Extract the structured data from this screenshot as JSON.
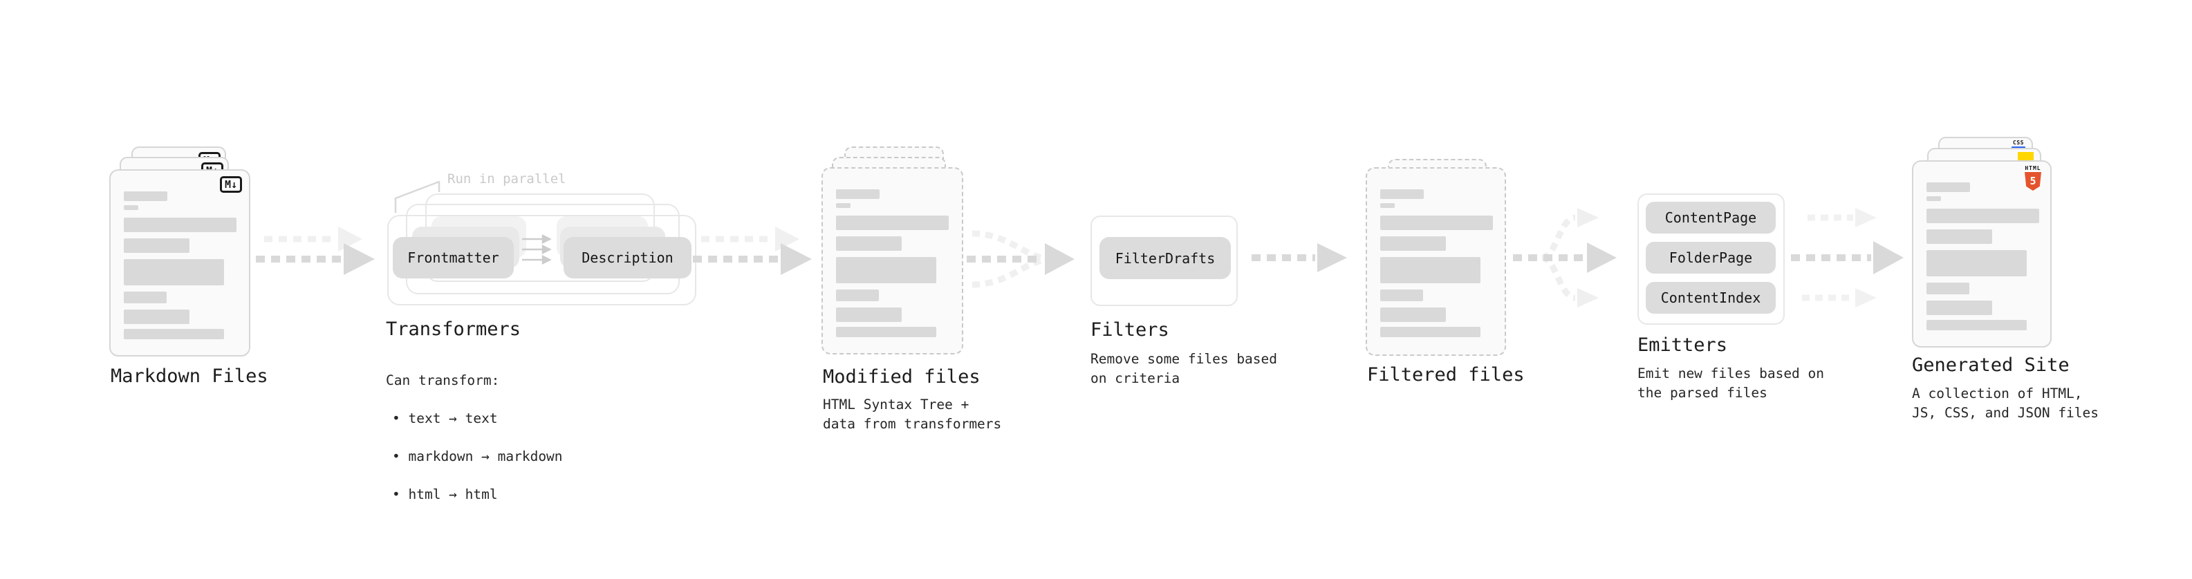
{
  "md": {
    "label": "Markdown Files",
    "badge": "M↓"
  },
  "transformers": {
    "note": "Run in parallel",
    "pill_frontmatter": "Frontmatter",
    "pill_description": "Description",
    "label": "Transformers",
    "desc_heading": "Can transform:",
    "bullets": [
      "• text → text",
      "• markdown → markdown",
      "• html → html"
    ]
  },
  "modified": {
    "label": "Modified files",
    "subtitle": "HTML Syntax Tree +\ndata from transformers"
  },
  "filters": {
    "pill": "FilterDrafts",
    "label": "Filters",
    "subtitle": "Remove some files based\non criteria"
  },
  "filtered": {
    "label": "Filtered files"
  },
  "emitters": {
    "pills": [
      "ContentPage",
      "FolderPage",
      "ContentIndex"
    ],
    "label": "Emitters",
    "subtitle": "Emit new files based on\nthe parsed files"
  },
  "generated": {
    "label": "Generated Site",
    "subtitle": "A collection of HTML,\nJS, CSS, and JSON files",
    "css_label": "CSS",
    "html_label": "HTML",
    "html_number": "5"
  },
  "colors": {
    "card_border": "#d6d6d6",
    "dashed_border": "#c9c9c9",
    "placeholder_bar": "#d9d9d9",
    "pill_fill": "#dcdcdc",
    "accent_blue": "#2965f1",
    "accent_yellow": "#ffd600",
    "accent_orange": "#e5532d"
  }
}
